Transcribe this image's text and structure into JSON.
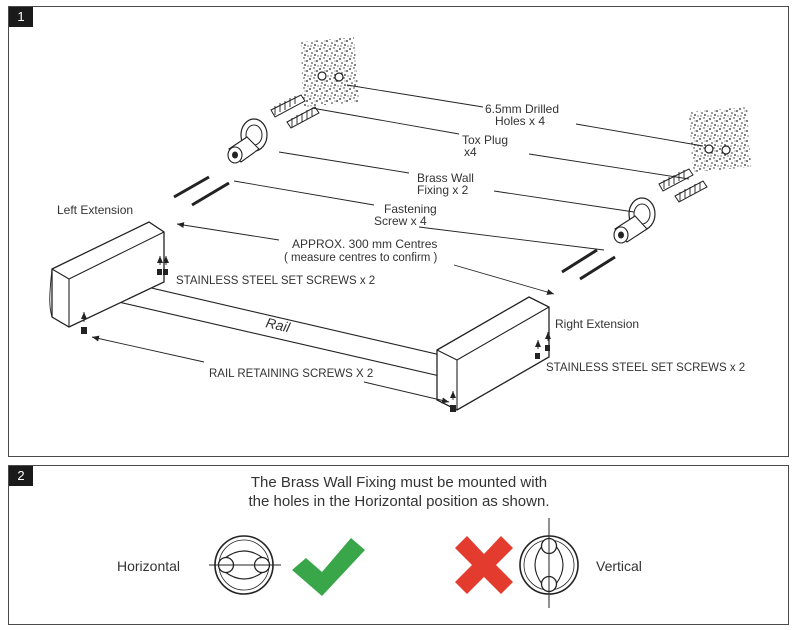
{
  "panel1": {
    "step": "1",
    "labels": {
      "drilled_holes_1": "6.5mm Drilled",
      "drilled_holes_2": "Holes x 4",
      "plug_1": "Tox Plug",
      "plug_2": "x4",
      "fixing_1": "Brass Wall",
      "fixing_2": "Fixing x 2",
      "screw_1": "Fastening",
      "screw_2": "Screw x 4",
      "left_extension": "Left Extension",
      "centres_1": "APPROX. 300 mm Centres",
      "centres_2": "( measure centres to confirm )",
      "set_screws_left": "STAINLESS STEEL SET SCREWS x 2",
      "set_screws_right": "STAINLESS STEEL SET SCREWS x 2",
      "rail": "Rail",
      "right_extension": "Right Extension",
      "retaining_screws": "RAIL RETAINING SCREWS X 2"
    }
  },
  "panel2": {
    "step": "2",
    "note_line1": "The Brass Wall Fixing must be mounted with",
    "note_line2": "the holes in the Horizontal position as shown.",
    "horizontal_label": "Horizontal",
    "vertical_label": "Vertical",
    "colors": {
      "check": "#3aa64a",
      "cross": "#e33b2e"
    }
  }
}
